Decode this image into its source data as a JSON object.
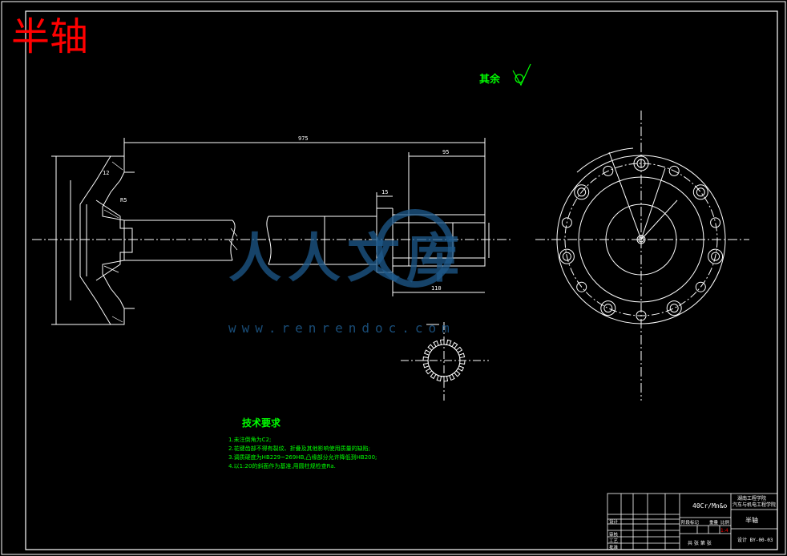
{
  "drawing_title": "半轴",
  "roughness_note": {
    "label": "其余"
  },
  "dimensions": {
    "overall_length": "975",
    "spline_length": "95",
    "spline_end_length": "110",
    "small_step": "15",
    "flange_thickness": "12",
    "fillet": "R5"
  },
  "watermark": {
    "brand": "人人文库",
    "url": "www.renrendoc.com"
  },
  "tech_requirements": {
    "heading": "技术要求",
    "items": [
      "1.未注倒角为C2;",
      "2.花键齿部不得有裂纹、折叠及其他影响使用质量的缺陷;",
      "3.调质硬度为HB229~269HB,凸缘部分允许降低到HB200;",
      "4.以1:20的斜面作为基准,用圆柱规检查Ra."
    ]
  },
  "title_block": {
    "material": "40Cr/Mn&o",
    "school_line1": "湖南工程学院",
    "school_line2": "汽车与机电工程学院",
    "part_name": "半轴",
    "stage_label": "阶段标记",
    "weight_label": "重量",
    "scale_label": "比例",
    "scale_value": "1:4",
    "drawing_no": "设计 BY-00-03",
    "designer_label": "设计",
    "checker_label": "审核",
    "process_label": "工艺",
    "approve_label": "批准",
    "sheet_text": "共 张 第 张"
  },
  "colors": {
    "background": "#000000",
    "lines": "#ffffff",
    "title": "#ff0000",
    "notes": "#00ff00",
    "watermark": "#1e5a8c"
  }
}
